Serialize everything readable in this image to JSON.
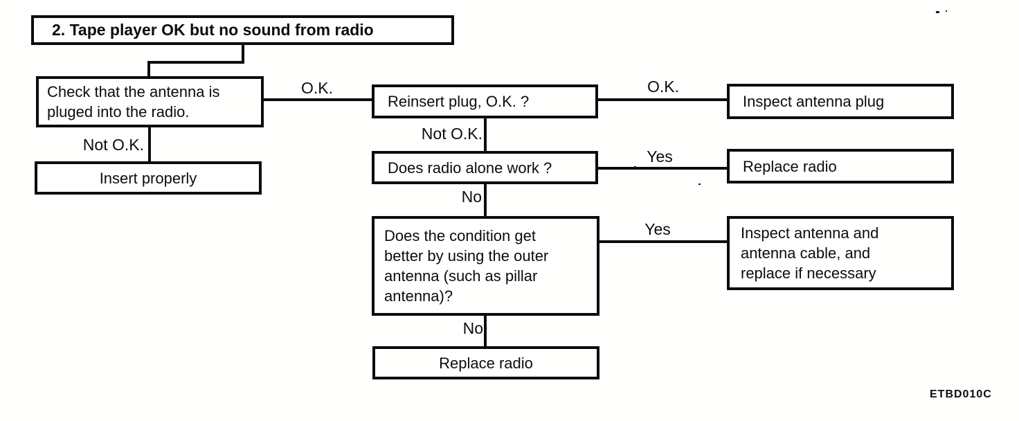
{
  "title": "2. Tape player OK but no sound from radio",
  "nodes": {
    "check_antenna": "Check that the antenna is\npluged into the radio.",
    "insert_properly": "Insert properly",
    "reinsert_plug": "Reinsert plug, O.K. ?",
    "inspect_antenna_plug": "Inspect antenna plug",
    "does_radio_alone_work": "Does radio alone work ?",
    "replace_radio_top": "Replace radio",
    "outer_antenna_condition": "Does the condition get\nbetter by using the outer\nantenna (such as pillar\nantenna)?",
    "inspect_antenna_cable": "Inspect antenna and\nantenna cable, and\nreplace if necessary",
    "replace_radio_bottom": "Replace radio"
  },
  "edge_labels": {
    "ok_1": "O.K.",
    "not_ok_1": "Not O.K.",
    "ok_2": "O.K.",
    "not_ok_2": "Not O.K.",
    "yes_1": "Yes",
    "no_1": "No",
    "yes_2": "Yes",
    "no_2": "No"
  },
  "footer": {
    "figure_code": "ETBD010C"
  },
  "colors": {
    "ink": "#0c0c0c",
    "paper": "#ffffff"
  }
}
